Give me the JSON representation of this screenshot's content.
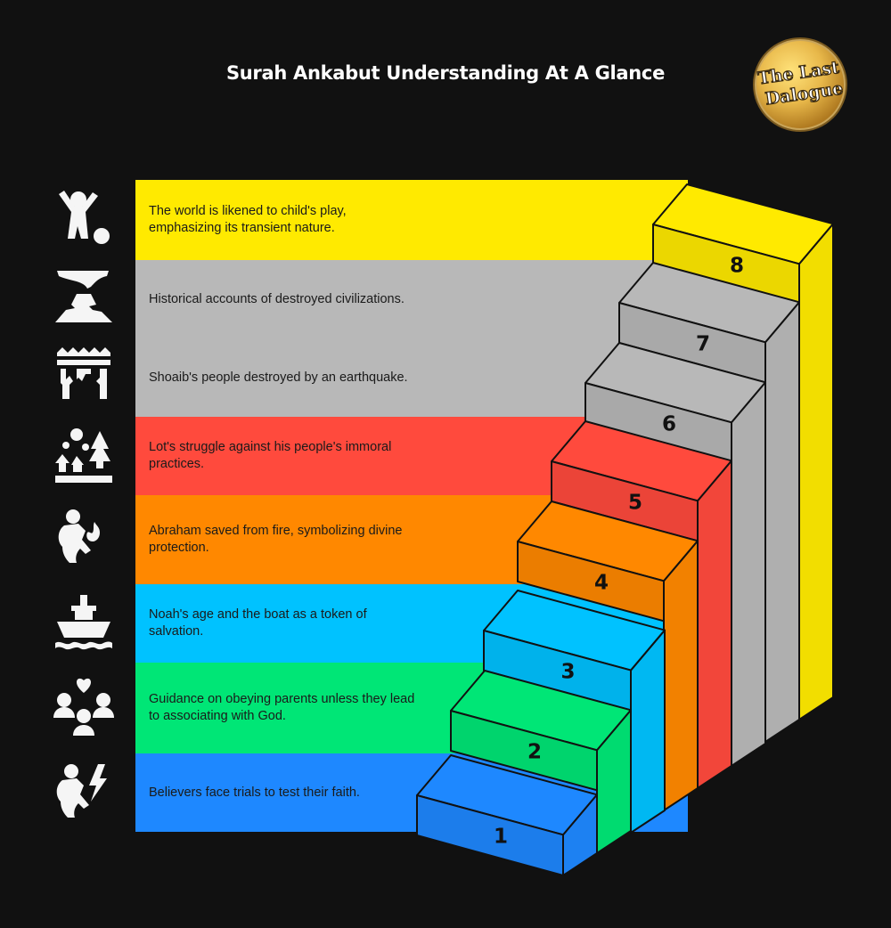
{
  "title": "Surah Ankabut Understanding At A Glance",
  "logo": {
    "text_line1": "The Last",
    "text_line2": "Dalogue"
  },
  "colors": {
    "background": "#111111",
    "yellow": "#FFEA00",
    "gray": "#B8B8B8",
    "red": "#FF4A3D",
    "orange": "#FF8800",
    "cyan": "#00C2FF",
    "green": "#00E676",
    "blue": "#1E88FF",
    "icon": "#F5F5F5"
  },
  "rows": [
    {
      "label": "The world is likened to child's play, emphasizing its transient nature.",
      "icon": "child-playing-icon",
      "color": "#FFEA00"
    },
    {
      "label": "Historical accounts of destroyed civilizations.",
      "icon": "volcano-icon",
      "color": "#B8B8B8"
    },
    {
      "label": "Shoaib's people destroyed by an earthquake.",
      "icon": "earthquake-icon",
      "color": "#B8B8B8"
    },
    {
      "label": "Lot's struggle against his people's immoral practices.",
      "icon": "village-icon",
      "color": "#FF4A3D"
    },
    {
      "label": "Abraham saved from fire, symbolizing divine protection.",
      "icon": "fire-figure-icon",
      "color": "#FF8800"
    },
    {
      "label": "Noah's age and the boat as a token of salvation.",
      "icon": "boat-icon",
      "color": "#00C2FF"
    },
    {
      "label": "Guidance on obeying parents unless they lead to associating with God.",
      "icon": "family-icon",
      "color": "#00E676"
    },
    {
      "label": "Believers face trials to test their faith.",
      "icon": "lightning-figure-icon",
      "color": "#1E88FF"
    }
  ],
  "steps": [
    {
      "number": "1",
      "color": "#1E88FF"
    },
    {
      "number": "2",
      "color": "#00E676"
    },
    {
      "number": "3",
      "color": "#00C2FF"
    },
    {
      "number": "4",
      "color": "#FF8800"
    },
    {
      "number": "5",
      "color": "#FF4A3D"
    },
    {
      "number": "6",
      "color": "#B8B8B8"
    },
    {
      "number": "7",
      "color": "#B8B8B8"
    },
    {
      "number": "8",
      "color": "#FFEA00"
    }
  ]
}
